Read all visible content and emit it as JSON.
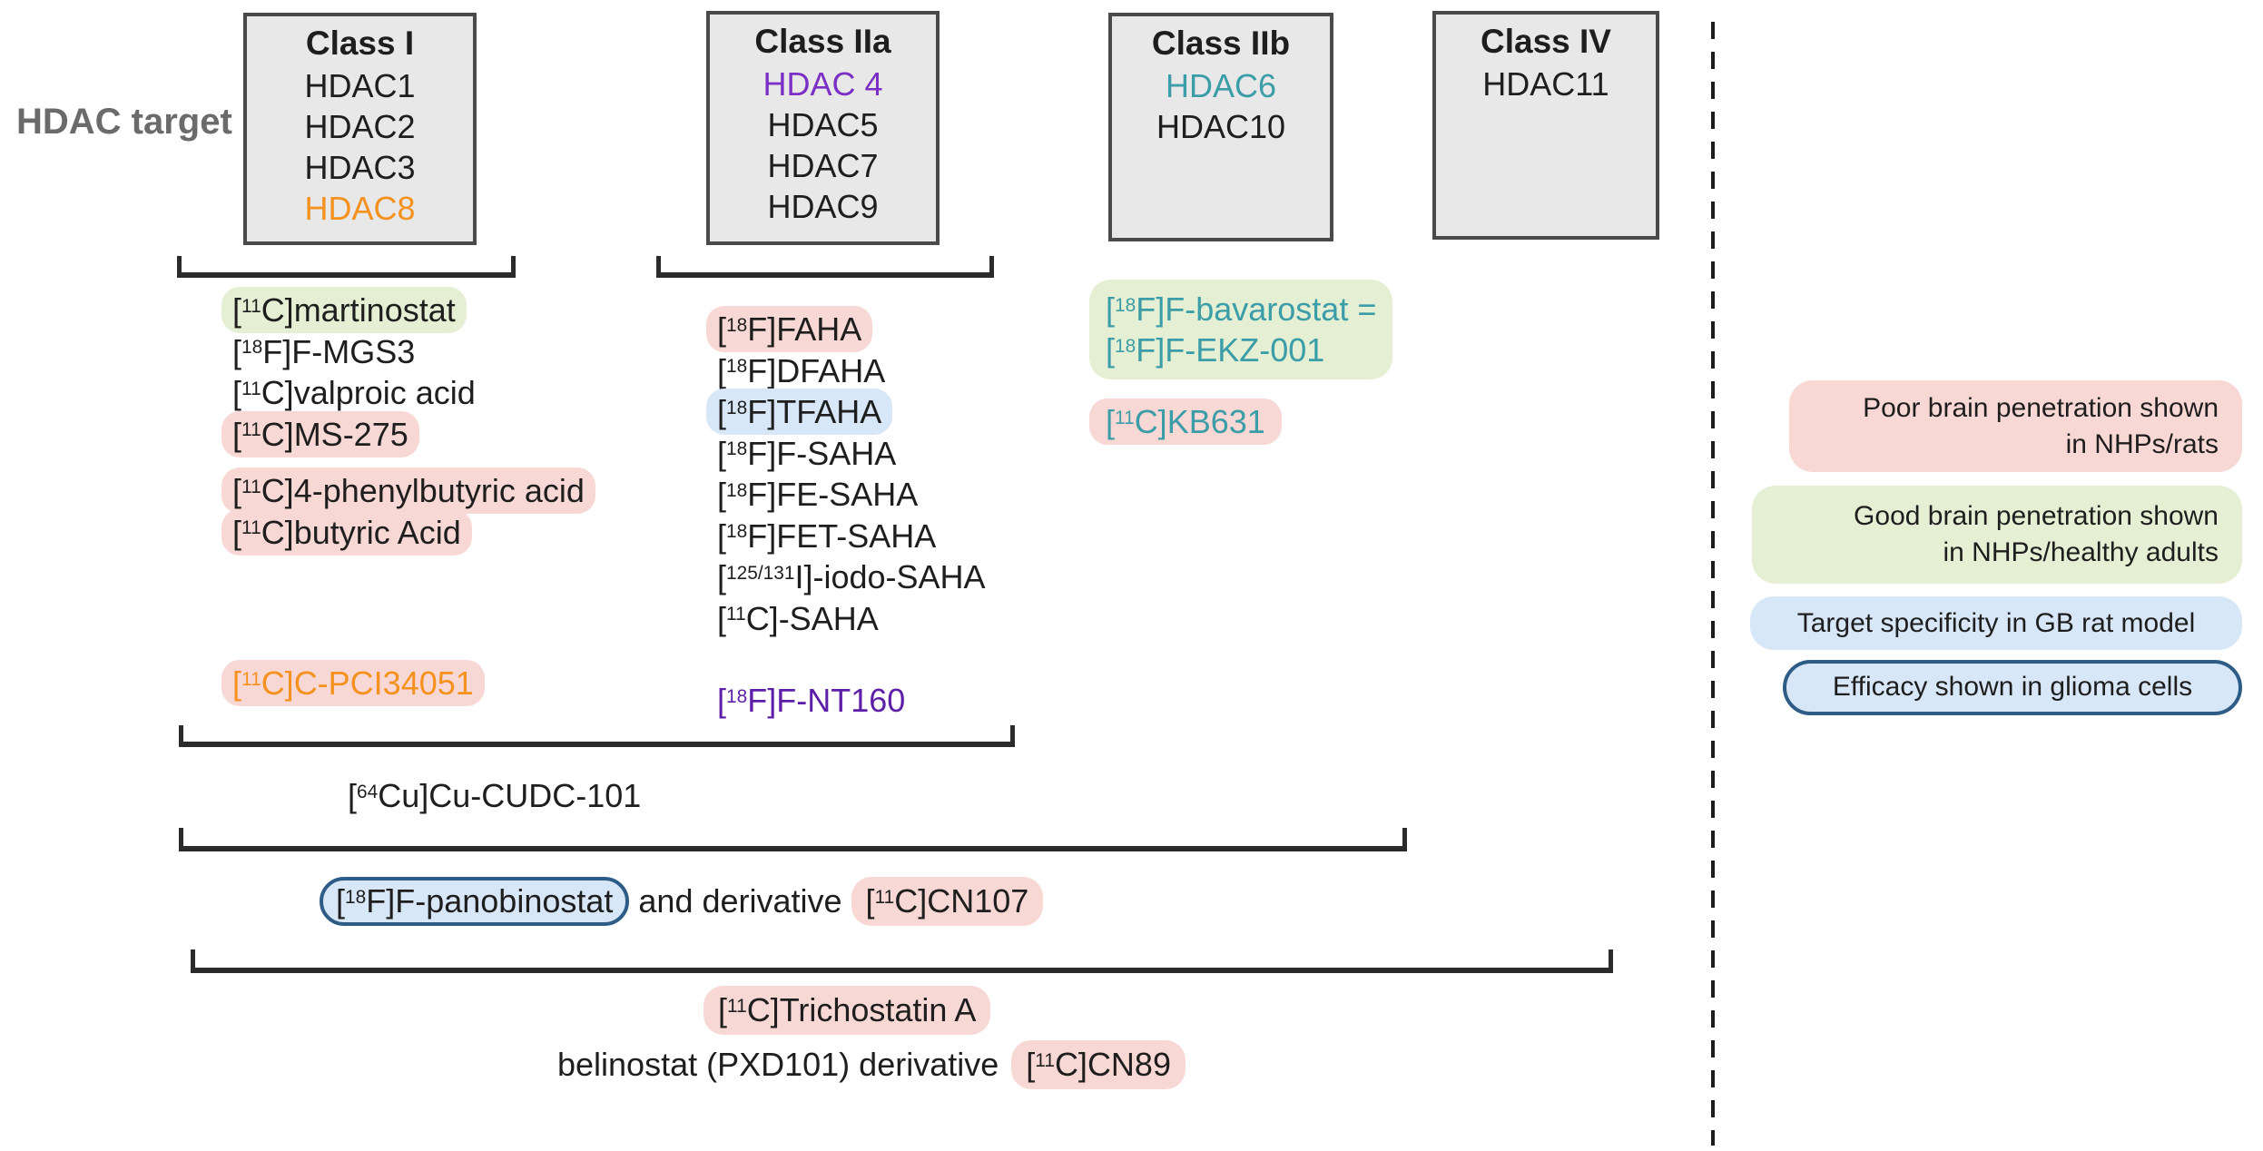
{
  "figure": {
    "hdac_target_label": "HDAC target"
  },
  "colors": {
    "box_fill": "#E8E8E8",
    "box_border": "#4A4A4A",
    "label_gray": "#6B6B6B",
    "text_black": "#1E1E1E",
    "orange": "#F5921F",
    "purple": "#7B2FC5",
    "deep_purple": "#5E1FA8",
    "teal": "#3B9DA8",
    "poor_pink": "#F8D8D5",
    "good_green": "#E5EFD3",
    "target_blue": "#D7E7F7",
    "efficacy_border_blue": "#2D5C86"
  },
  "classes": [
    {
      "title": "Class I",
      "members": [
        {
          "name": "HDAC1",
          "accent": null
        },
        {
          "name": "HDAC2",
          "accent": null
        },
        {
          "name": "HDAC3",
          "accent": null
        },
        {
          "name": "HDAC8",
          "accent": "#F5921F"
        }
      ]
    },
    {
      "title": "Class IIa",
      "members": [
        {
          "name": "HDAC 4",
          "accent": "#7B2FC5"
        },
        {
          "name": "HDAC5",
          "accent": null
        },
        {
          "name": "HDAC7",
          "accent": null
        },
        {
          "name": "HDAC9",
          "accent": null
        }
      ]
    },
    {
      "title": "Class IIb",
      "members": [
        {
          "name": "HDAC6",
          "accent": "#3B9DA8"
        },
        {
          "name": "HDAC10",
          "accent": null
        }
      ]
    },
    {
      "title": "Class IV",
      "members": [
        {
          "name": "HDAC11",
          "accent": null
        }
      ]
    }
  ],
  "tracers": {
    "class_i": [
      {
        "label": "[^{11}C]martinostat",
        "highlight": "good"
      },
      {
        "label": "[^{18}F]F-MGS3",
        "highlight": "none"
      },
      {
        "label": "[^{11}C]valproic acid",
        "highlight": "none"
      },
      {
        "label": "[^{11}C]MS-275",
        "highlight": "poor"
      },
      {
        "label": "[^{11}C]4-phenylbutyric acid",
        "highlight": "poor"
      },
      {
        "label": "[^{11}C]butyric Acid",
        "highlight": "poor"
      },
      {
        "label": "[^{11}C]C-PCI34051",
        "highlight": "poor",
        "text_color": "#F5921F"
      }
    ],
    "class_iia": [
      {
        "label": "[^{18}F]FAHA",
        "highlight": "poor"
      },
      {
        "label": "[^{18}F]DFAHA",
        "highlight": "none"
      },
      {
        "label": "[^{18}F]TFAHA",
        "highlight": "target"
      },
      {
        "label": "[^{18}F]F-SAHA",
        "highlight": "none"
      },
      {
        "label": "[^{18}F]FE-SAHA",
        "highlight": "none"
      },
      {
        "label": "[^{18}F]FET-SAHA",
        "highlight": "none"
      },
      {
        "label": "[^{125/131}I]-iodo-SAHA",
        "highlight": "none"
      },
      {
        "label": "[^{11}C]-SAHA",
        "highlight": "none"
      },
      {
        "label": "[^{18}F]F-NT160",
        "highlight": "none",
        "text_color": "#5E1FA8"
      }
    ],
    "class_iib": {
      "bavarostat_line1": "[^{18}F]F-bavarostat =",
      "bavarostat_line2": "[^{18}F]F-EKZ-001",
      "bavarostat_highlight": "good",
      "kb631": "[^{11}C]KB631",
      "kb631_highlight": "poor",
      "text_color": "#3B9DA8"
    },
    "pan_hdac": {
      "cudc": "[^{64}Cu]Cu-CUDC-101",
      "panobinostat": "[^{18}F]F-panobinostat",
      "and_derivative_text": "and derivative",
      "cn107": "[^{11}C]CN107",
      "trichostatin": "[^{11}C]Trichostatin A",
      "belinostat_text": "belinostat (PXD101) derivative",
      "cn89": "[^{11}C]CN89"
    }
  },
  "legend": [
    {
      "style": "poor",
      "lines": [
        "Poor brain penetration shown",
        "in NHPs/rats"
      ]
    },
    {
      "style": "good",
      "lines": [
        "Good brain penetration shown",
        "in NHPs/healthy adults"
      ]
    },
    {
      "style": "target",
      "lines": [
        "Target specificity in GB rat model"
      ]
    },
    {
      "style": "efficacy",
      "lines": [
        "Efficacy shown in glioma cells"
      ]
    }
  ]
}
